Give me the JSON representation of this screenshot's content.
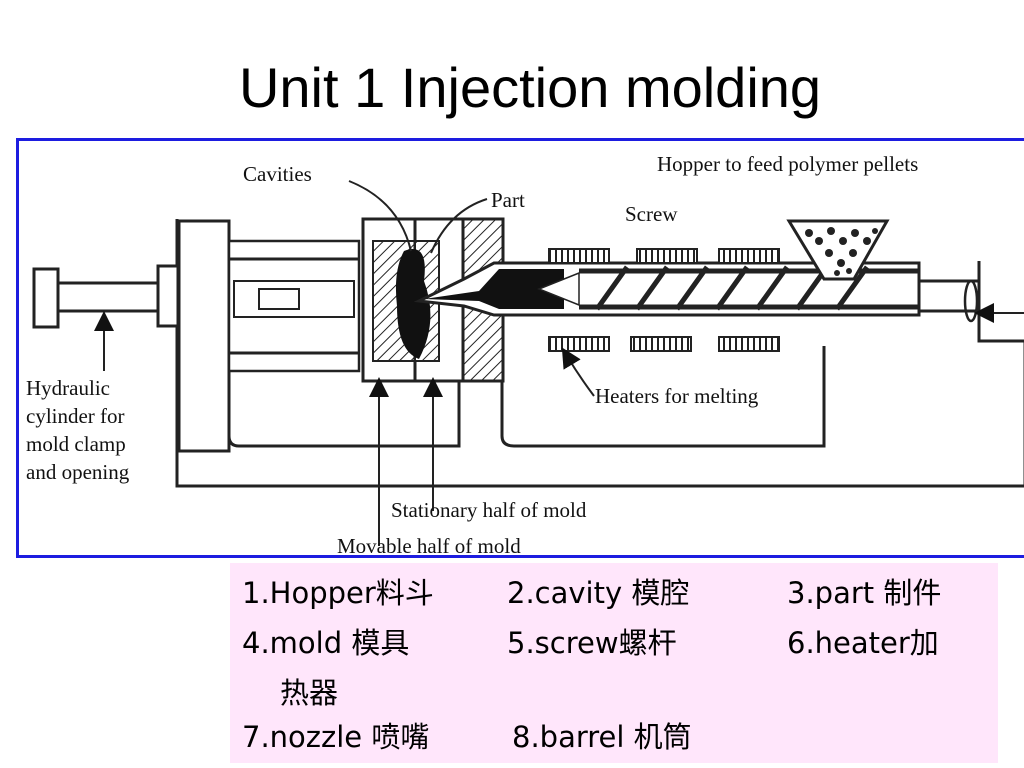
{
  "slide": {
    "title": "Unit 1 Injection molding"
  },
  "diagram": {
    "labels": {
      "cavities": "Cavities",
      "part": "Part",
      "hopper": "Hopper to feed polymer pellets",
      "screw": "Screw",
      "hydraulic_1": "Hydraulic",
      "hydraulic_2": "cylinder for",
      "hydraulic_3": "mold clamp",
      "hydraulic_4": "and opening",
      "heaters": "Heaters for melting",
      "stationary": "Stationary half of mold",
      "movable": "Movable half of mold"
    }
  },
  "vocabulary": {
    "items": [
      "1.Hopper料斗",
      "2.cavity 模腔",
      "3.part 制件",
      "4.mold 模具",
      "5.screw螺杆",
      "6.heater加",
      "热器",
      "7.nozzle 喷嘴",
      "8.barrel 机筒"
    ]
  },
  "colors": {
    "frame_border": "#1d1de0",
    "vocab_background": "#ffe6fb"
  }
}
